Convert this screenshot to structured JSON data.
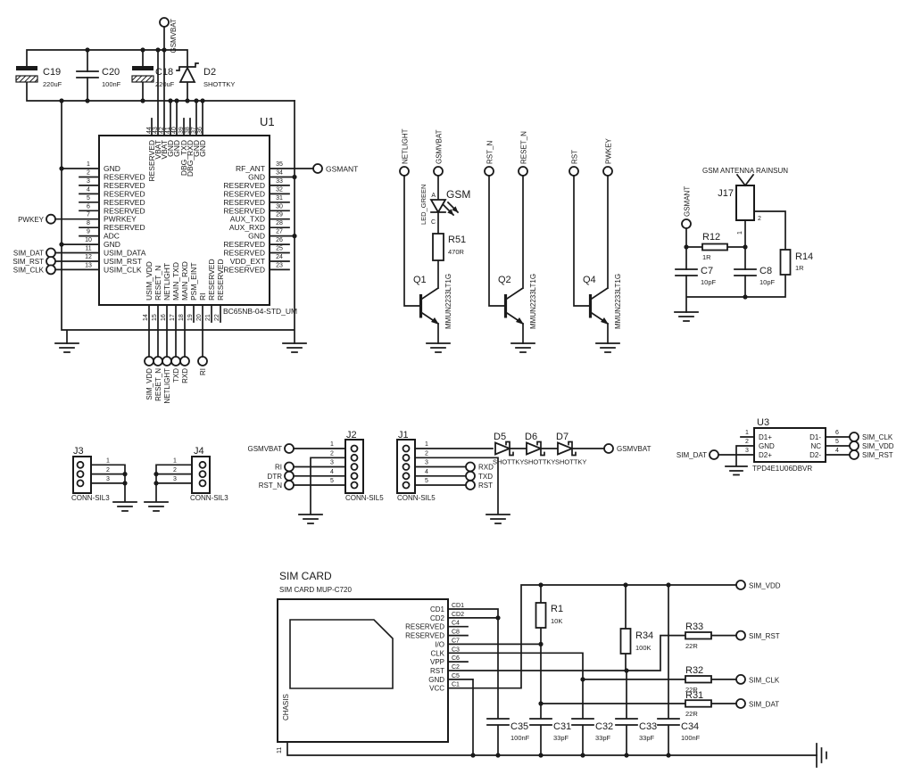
{
  "colors": {
    "ink": "#1a1a1a",
    "bg": "#ffffff"
  },
  "u1": {
    "ref": "U1",
    "part": "BC65NB-04-STD_UM",
    "left": [
      {
        "n": "1",
        "l": "GND"
      },
      {
        "n": "2",
        "l": "RESERVED"
      },
      {
        "n": "3",
        "l": "RESERVED"
      },
      {
        "n": "4",
        "l": "RESERVED"
      },
      {
        "n": "5",
        "l": "RESERVED"
      },
      {
        "n": "6",
        "l": "RESERVED"
      },
      {
        "n": "7",
        "l": "PWRKEY"
      },
      {
        "n": "8",
        "l": "RESERVED"
      },
      {
        "n": "9",
        "l": "ADC"
      },
      {
        "n": "10",
        "l": "GND"
      },
      {
        "n": "11",
        "l": "USIM_DATA"
      },
      {
        "n": "12",
        "l": "USIM_RST"
      },
      {
        "n": "13",
        "l": "USIM_CLK"
      }
    ],
    "right": [
      {
        "n": "35",
        "l": "RF_ANT"
      },
      {
        "n": "34",
        "l": "GND"
      },
      {
        "n": "33",
        "l": "RESERVED"
      },
      {
        "n": "32",
        "l": "RESERVED"
      },
      {
        "n": "31",
        "l": "RESERVED"
      },
      {
        "n": "30",
        "l": "RESERVED"
      },
      {
        "n": "29",
        "l": "AUX_TXD"
      },
      {
        "n": "28",
        "l": "AUX_RXD"
      },
      {
        "n": "27",
        "l": "GND"
      },
      {
        "n": "26",
        "l": "RESERVED"
      },
      {
        "n": "25",
        "l": "RESERVED"
      },
      {
        "n": "24",
        "l": "VDD_EXT"
      },
      {
        "n": "23",
        "l": "RESERVED"
      }
    ],
    "top": [
      {
        "n": "44",
        "l": "RESERVED"
      },
      {
        "n": "43",
        "l": "VBAT"
      },
      {
        "n": "42",
        "l": "VBAT"
      },
      {
        "n": "41",
        "l": "GND"
      },
      {
        "n": "40",
        "l": "GND"
      },
      {
        "n": "39",
        "l": "DBG_TXD"
      },
      {
        "n": "38",
        "l": "DBG_RXD"
      },
      {
        "n": "37",
        "l": "GND"
      },
      {
        "n": "36",
        "l": "GND"
      }
    ],
    "bottom": [
      {
        "n": "14",
        "l": "USIM_VDD"
      },
      {
        "n": "15",
        "l": "RESET_N"
      },
      {
        "n": "16",
        "l": "NETLIGHT"
      },
      {
        "n": "17",
        "l": "MAIN_TXD"
      },
      {
        "n": "18",
        "l": "MAIN_RXD"
      },
      {
        "n": "19",
        "l": "PSM_EINT"
      },
      {
        "n": "20",
        "l": "RI"
      },
      {
        "n": "21",
        "l": "RESERVED"
      },
      {
        "n": "22",
        "l": "RESERVED"
      }
    ],
    "terminals": {
      "gsmvbat": "GSMVBAT",
      "pwkey": "PWKEY",
      "sim_dat": "SIM_DAT",
      "sim_rst": "SIM_RST",
      "sim_clk": "SIM_CLK",
      "gsmant": "GSMANT",
      "bottom": [
        "SIM_VDD",
        "RESET_N",
        "NETLIGHT",
        "TXD",
        "RXD",
        "RI"
      ]
    }
  },
  "power": {
    "c19": {
      "ref": "C19",
      "val": "220uF"
    },
    "c20": {
      "ref": "C20",
      "val": "100nF"
    },
    "c18": {
      "ref": "C18",
      "val": "220uF"
    },
    "d2": {
      "ref": "D2",
      "val": "SHOTTKY"
    }
  },
  "drivers": {
    "netlight": "NETLIGHT",
    "gsmvbat": "GSMVBAT",
    "rst_n": "RST_N",
    "reset_n": "RESET_N",
    "rst": "RST",
    "pwkey": "PWKEY",
    "led_ref": "LED_GREEN",
    "led_name": "GSM",
    "anode": "A",
    "cathode": "C",
    "r51": {
      "ref": "R51",
      "val": "470R"
    },
    "q1": {
      "ref": "Q1",
      "part": "MMUN2233LT1G"
    },
    "q2": {
      "ref": "Q2",
      "part": "MMUN2233LT1G"
    },
    "q4": {
      "ref": "Q4",
      "part": "MMUN2233LT1G"
    }
  },
  "antenna": {
    "title": "GSM ANTENNA RAINSUN",
    "j17": {
      "ref": "J17",
      "p1": "1",
      "p2": "2"
    },
    "gsmant": "GSMANT",
    "r12": {
      "ref": "R12",
      "val": "1R"
    },
    "c7": {
      "ref": "C7",
      "val": "10pF"
    },
    "c8": {
      "ref": "C8",
      "val": "10pF"
    },
    "r14": {
      "ref": "R14",
      "val": "1R"
    }
  },
  "j3": {
    "ref": "J3",
    "part": "CONN-SIL3",
    "p": [
      "1",
      "2",
      "3"
    ]
  },
  "j4": {
    "ref": "J4",
    "part": "CONN-SIL3",
    "p": [
      "1",
      "2",
      "3"
    ]
  },
  "j2": {
    "ref": "J2",
    "part": "CONN-SIL5",
    "p": [
      "1",
      "2",
      "3",
      "4",
      "5"
    ],
    "t1": "GSMVBAT",
    "t3": "RI",
    "t4": "DTR",
    "t5": "RST_N"
  },
  "j1": {
    "ref": "J1",
    "part": "CONN-SIL5",
    "p": [
      "1",
      "2",
      "3",
      "4",
      "5"
    ],
    "t3": "RXD",
    "t4": "TXD",
    "t5": "RST"
  },
  "diodes": {
    "d5": "D5",
    "d6": "D6",
    "d7": "D7",
    "val": "SHOTTKY",
    "out": "GSMVBAT"
  },
  "u3": {
    "ref": "U3",
    "part": "TPD4E1U06DBVR",
    "l": [
      {
        "n": "1",
        "l": "D1+"
      },
      {
        "n": "2",
        "l": "GND"
      },
      {
        "n": "3",
        "l": "D2+"
      }
    ],
    "r": [
      {
        "n": "6",
        "l": "D1-"
      },
      {
        "n": "5",
        "l": "NC"
      },
      {
        "n": "4",
        "l": "D2-"
      }
    ],
    "in": "SIM_DAT",
    "out": [
      "SIM_CLK",
      "SIM_VDD",
      "SIM_RST"
    ]
  },
  "sim": {
    "title": "SIM CARD",
    "subtitle": "SIM CARD MUP-C720",
    "chasis": "CHASIS",
    "pin11": "11",
    "contacts": [
      {
        "d": "CD1",
        "l": "CD1"
      },
      {
        "d": "CD2",
        "l": "CD2"
      },
      {
        "d": "C4",
        "l": "RESERVED"
      },
      {
        "d": "C8",
        "l": "RESERVED"
      },
      {
        "d": "C7",
        "l": "I/O"
      },
      {
        "d": "C3",
        "l": "CLK"
      },
      {
        "d": "C6",
        "l": "VPP"
      },
      {
        "d": "C2",
        "l": "RST"
      },
      {
        "d": "C5",
        "l": "GND"
      },
      {
        "d": "C1",
        "l": "VCC"
      }
    ],
    "r1": {
      "ref": "R1",
      "val": "10K"
    },
    "r34": {
      "ref": "R34",
      "val": "100K"
    },
    "r33": {
      "ref": "R33",
      "val": "22R"
    },
    "r32": {
      "ref": "R32",
      "val": "22R"
    },
    "r31": {
      "ref": "R31",
      "val": "22R"
    },
    "caps": [
      {
        "ref": "C35",
        "val": "100nF"
      },
      {
        "ref": "C31",
        "val": "33pF"
      },
      {
        "ref": "C32",
        "val": "33pF"
      },
      {
        "ref": "C33",
        "val": "33pF"
      },
      {
        "ref": "C34",
        "val": "100nF"
      }
    ],
    "t_vdd": "SIM_VDD",
    "t_rst": "SIM_RST",
    "t_clk": "SIM_CLK",
    "t_dat": "SIM_DAT"
  }
}
